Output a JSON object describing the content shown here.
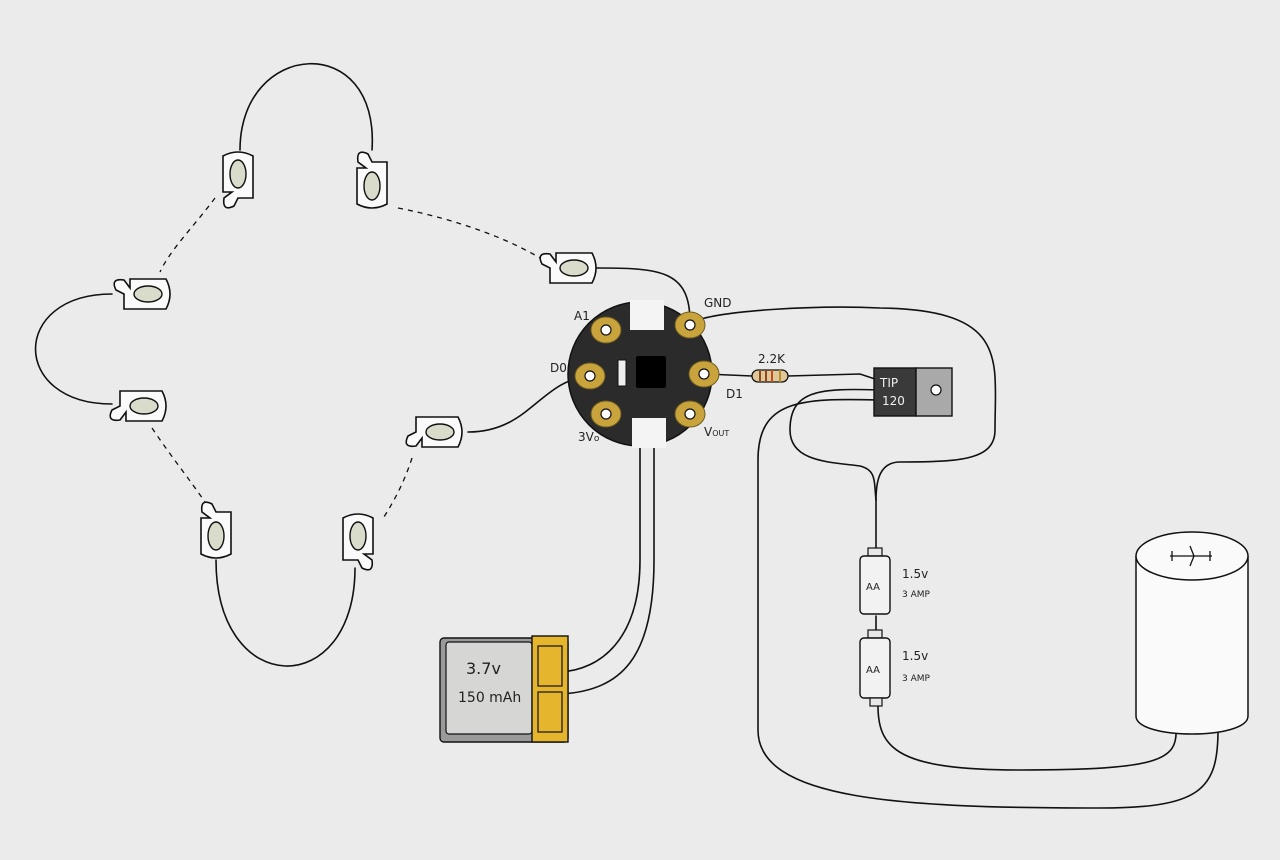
{
  "board": {
    "pins": {
      "a1": "A1",
      "gnd": "GND",
      "d0": "D0",
      "d1": "D1",
      "v3": "3V",
      "v3_sub": "o",
      "vout": "V",
      "vout_sub": "OUT"
    }
  },
  "resistor": {
    "label": "2.2K"
  },
  "transistor": {
    "line1": "TIP",
    "line2": "120"
  },
  "lipo": {
    "voltage": "3.7v",
    "capacity": "150 mAh"
  },
  "aa_batteries": [
    {
      "label": "AA",
      "voltage": "1.5v",
      "current": "3 AMP"
    },
    {
      "label": "AA",
      "voltage": "1.5v",
      "current": "3 AMP"
    }
  ],
  "colors": {
    "background": "#ebebeb",
    "board": "#2b2b2b",
    "pad_gold": "#c9a43c",
    "lipo_gold": "#e6b52e",
    "lipo_body": "#d6d6d4",
    "sensor_pad": "#d9dccb",
    "transistor_tab": "#a9a9a9",
    "wire": "#111111"
  }
}
